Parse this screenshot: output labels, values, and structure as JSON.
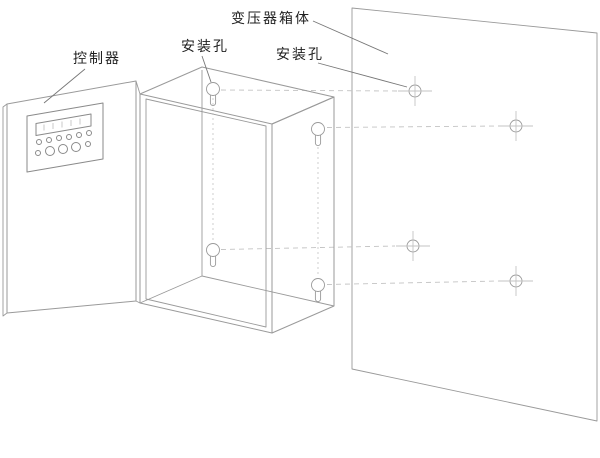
{
  "figure": {
    "type": "technical-line-diagram",
    "labels": [
      {
        "id": "controller",
        "text": "控制器"
      },
      {
        "id": "box-mounting-hole",
        "text": "安装孔"
      },
      {
        "id": "wall-mounting-hole",
        "text": "安装孔"
      },
      {
        "id": "transformer-box-body",
        "text": "变压器箱体"
      }
    ],
    "mounting": {
      "wall_hole_count": 4,
      "box_keyhole_count": 4
    },
    "colors": {
      "line": "#9a9a9a",
      "line_light": "#c3c3c3",
      "panel_line": "#8a8a8a",
      "text": "#1f1f1f",
      "background": "#ffffff"
    }
  }
}
